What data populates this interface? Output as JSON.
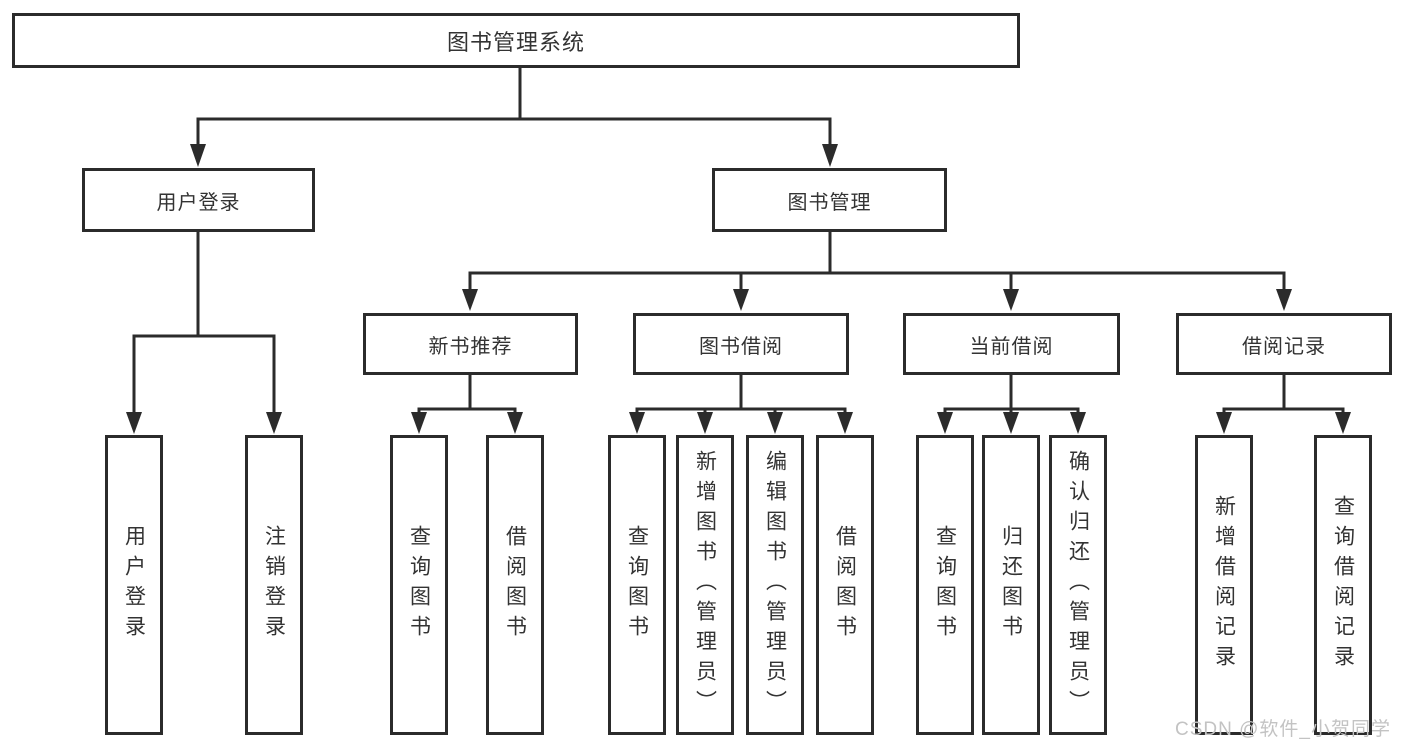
{
  "diagram": {
    "root": {
      "label": "图书管理系统"
    },
    "branches": [
      {
        "label": "用户登录",
        "children": [
          {
            "label": "用户登录"
          },
          {
            "label": "注销登录"
          }
        ]
      },
      {
        "label": "图书管理",
        "children": [
          {
            "label": "新书推荐",
            "children": [
              {
                "label": "查询图书"
              },
              {
                "label": "借阅图书"
              }
            ]
          },
          {
            "label": "图书借阅",
            "children": [
              {
                "label": "查询图书"
              },
              {
                "label": "新增图书（管理员）"
              },
              {
                "label": "编辑图书（管理员）"
              },
              {
                "label": "借阅图书"
              }
            ]
          },
          {
            "label": "当前借阅",
            "children": [
              {
                "label": "查询图书"
              },
              {
                "label": "归还图书"
              },
              {
                "label": "确认归还（管理员）"
              }
            ]
          },
          {
            "label": "借阅记录",
            "children": [
              {
                "label": "新增借阅记录"
              },
              {
                "label": "查询借阅记录"
              }
            ]
          }
        ]
      }
    ],
    "watermark": "CSDN @软件_小贺同学",
    "colors": {
      "line": "#2b2b2b",
      "text": "#333333",
      "watermark": "#c3c3c3",
      "background": "#ffffff"
    }
  }
}
